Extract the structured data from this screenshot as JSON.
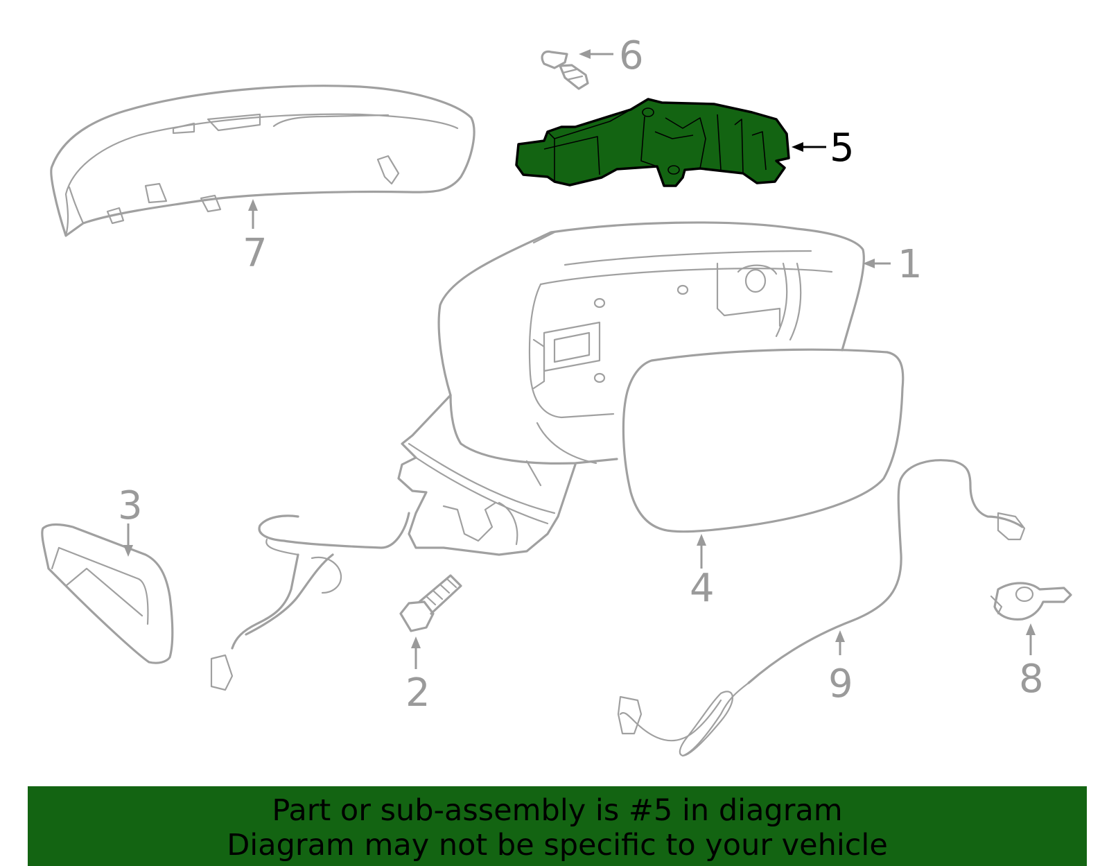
{
  "callouts": [
    {
      "id": "1",
      "label": "1"
    },
    {
      "id": "2",
      "label": "2"
    },
    {
      "id": "3",
      "label": "3"
    },
    {
      "id": "4",
      "label": "4"
    },
    {
      "id": "5",
      "label": "5"
    },
    {
      "id": "6",
      "label": "6"
    },
    {
      "id": "7",
      "label": "7"
    },
    {
      "id": "8",
      "label": "8"
    },
    {
      "id": "9",
      "label": "9"
    }
  ],
  "highlighted_part": "5",
  "colors": {
    "highlight": "#136412",
    "line_art": "#a0a0a0",
    "banner": "#136412"
  },
  "banner": {
    "line1": "Part or sub-assembly is #5 in diagram",
    "line2": "Diagram may not be specific to your vehicle"
  }
}
